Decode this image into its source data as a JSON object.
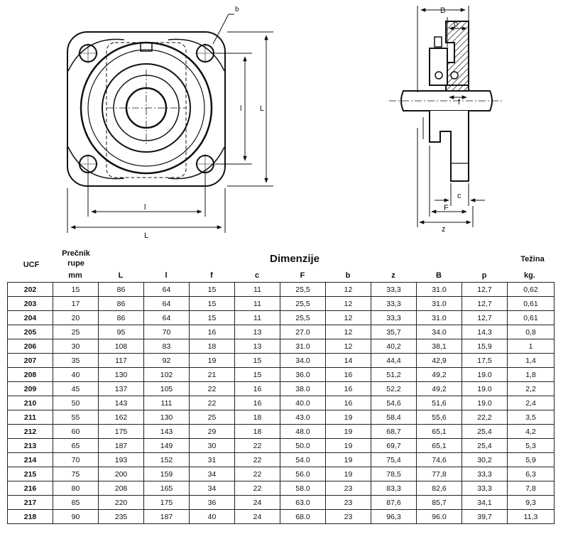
{
  "drawing_labels": {
    "front": {
      "b": "b",
      "l_vert": "l",
      "L_vert": "L",
      "l_horiz": "l",
      "L_horiz": "L"
    },
    "side": {
      "B": "B",
      "p": "p",
      "f": "f",
      "c": "c",
      "F": "F",
      "z": "z"
    }
  },
  "table": {
    "title": "Dimenzije",
    "header_top": {
      "ucf": "UCF",
      "bore_line1": "Prečnik",
      "bore_line2": "rupe",
      "weight": "Težina"
    },
    "headers": [
      "mm",
      "L",
      "l",
      "f",
      "c",
      "F",
      "b",
      "z",
      "B",
      "p",
      "kg."
    ],
    "rows": [
      [
        "202",
        "15",
        "86",
        "64",
        "15",
        "11",
        "25,5",
        "12",
        "33,3",
        "31.0",
        "12,7",
        "0,62"
      ],
      [
        "203",
        "17",
        "86",
        "64",
        "15",
        "11",
        "25,5",
        "12",
        "33,3",
        "31.0",
        "12,7",
        "0,61"
      ],
      [
        "204",
        "20",
        "86",
        "64",
        "15",
        "11",
        "25,5",
        "12",
        "33,3",
        "31.0",
        "12,7",
        "0,61"
      ],
      [
        "205",
        "25",
        "95",
        "70",
        "16",
        "13",
        "27.0",
        "12",
        "35,7",
        "34.0",
        "14,3",
        "0,8"
      ],
      [
        "206",
        "30",
        "108",
        "83",
        "18",
        "13",
        "31.0",
        "12",
        "40,2",
        "38,1",
        "15,9",
        "1"
      ],
      [
        "207",
        "35",
        "117",
        "92",
        "19",
        "15",
        "34.0",
        "14",
        "44,4",
        "42,9",
        "17,5",
        "1,4"
      ],
      [
        "208",
        "40",
        "130",
        "102",
        "21",
        "15",
        "36.0",
        "16",
        "51,2",
        "49,2",
        "19.0",
        "1,8"
      ],
      [
        "209",
        "45",
        "137",
        "105",
        "22",
        "16",
        "38.0",
        "16",
        "52,2",
        "49,2",
        "19.0",
        "2,2"
      ],
      [
        "210",
        "50",
        "143",
        "111",
        "22",
        "16",
        "40.0",
        "16",
        "54,6",
        "51,6",
        "19.0",
        "2,4"
      ],
      [
        "211",
        "55",
        "162",
        "130",
        "25",
        "18",
        "43.0",
        "19",
        "58,4",
        "55,6",
        "22,2",
        "3,5"
      ],
      [
        "212",
        "60",
        "175",
        "143",
        "29",
        "18",
        "48.0",
        "19",
        "68,7",
        "65,1",
        "25,4",
        "4,2"
      ],
      [
        "213",
        "65",
        "187",
        "149",
        "30",
        "22",
        "50.0",
        "19",
        "69,7",
        "65,1",
        "25,4",
        "5,3"
      ],
      [
        "214",
        "70",
        "193",
        "152",
        "31",
        "22",
        "54.0",
        "19",
        "75,4",
        "74,6",
        "30,2",
        "5,9"
      ],
      [
        "215",
        "75",
        "200",
        "159",
        "34",
        "22",
        "56.0",
        "19",
        "78,5",
        "77,8",
        "33,3",
        "6,3"
      ],
      [
        "216",
        "80",
        "208",
        "165",
        "34",
        "22",
        "58.0",
        "23",
        "83,3",
        "82,6",
        "33,3",
        "7,8"
      ],
      [
        "217",
        "85",
        "220",
        "175",
        "36",
        "24",
        "63.0",
        "23",
        "87,6",
        "85,7",
        "34,1",
        "9,3"
      ],
      [
        "218",
        "90",
        "235",
        "187",
        "40",
        "24",
        "68.0",
        "23",
        "96,3",
        "96.0",
        "39,7",
        "11,3"
      ]
    ]
  }
}
